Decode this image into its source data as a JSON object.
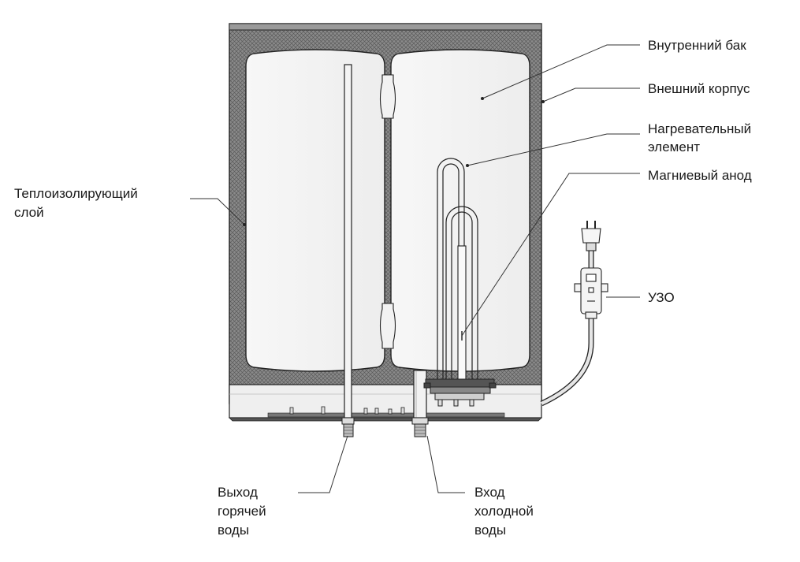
{
  "labels": {
    "inner_tank": "Внутренний бак",
    "outer_casing": "Внешний корпус",
    "heating_element": [
      "Нагревательный",
      "элемент"
    ],
    "magnesium_anode": "Магниевый анод",
    "insulation": [
      "Теплоизолирующий",
      "слой"
    ],
    "rcd": "УЗО",
    "hot_outlet": [
      "Выход",
      "горячей",
      "воды"
    ],
    "cold_inlet": [
      "Вход",
      "холодной",
      "воды"
    ]
  }
}
